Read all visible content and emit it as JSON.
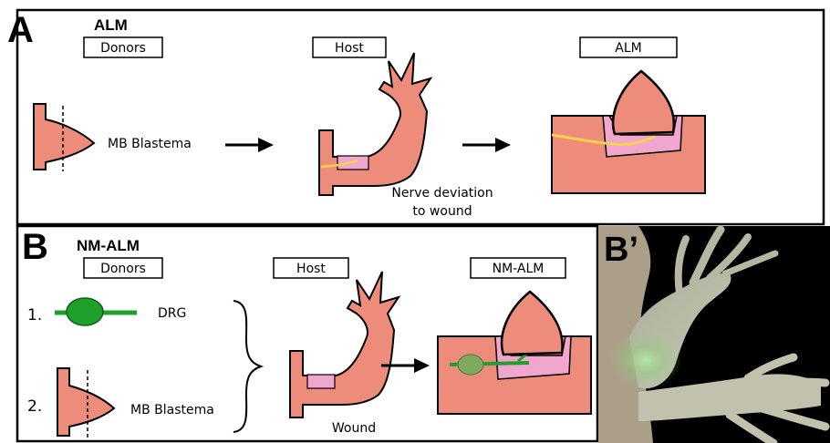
{
  "panelA": {
    "letter": "A",
    "title": "ALM",
    "boxes": {
      "donors": "Donors",
      "host": "Host",
      "result": "ALM"
    },
    "labels": {
      "mb_blastema": "MB Blastema",
      "nerve_line1": "Nerve deviation",
      "nerve_line2": "to wound"
    }
  },
  "panelB": {
    "letter": "B",
    "title": "NM-ALM",
    "boxes": {
      "donors": "Donors",
      "host": "Host",
      "result": "NM-ALM"
    },
    "items": {
      "item1": "1.",
      "item2": "2."
    },
    "labels": {
      "drg": "DRG",
      "mb_blastema": "MB Blastema",
      "wound": "Wound"
    }
  },
  "panelBprime": {
    "letter": "B’"
  },
  "colors": {
    "tissue": "#ee8c7c",
    "pink_graft": "#f0a6cd",
    "nerve_yellow": "#f7d34a",
    "drg_green": "#1fa02c",
    "drg_olive": "#7fa860",
    "photo_bg": "#000000"
  }
}
